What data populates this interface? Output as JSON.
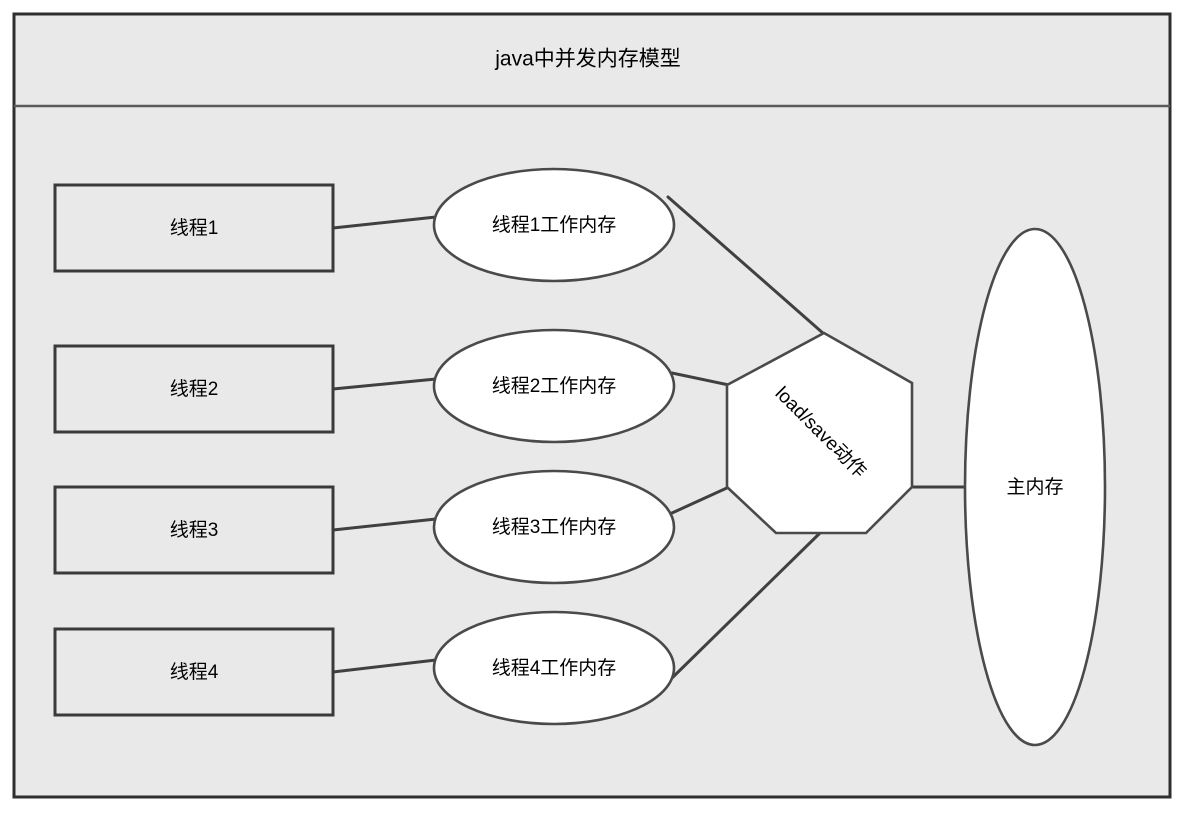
{
  "diagram": {
    "title": "java中并发内存模型",
    "background_color": "#e9e9e9",
    "frame_border_color": "#2f2f2f",
    "shape_fill_color": "#ffffff",
    "shape_border_color": "#4a4a4a",
    "connector_color": "#404040",
    "threads": [
      {
        "box_label": "线程1",
        "memory_label": "线程1工作内存"
      },
      {
        "box_label": "线程2",
        "memory_label": "线程2工作内存"
      },
      {
        "box_label": "线程3",
        "memory_label": "线程3工作内存"
      },
      {
        "box_label": "线程4",
        "memory_label": "线程4工作内存"
      }
    ],
    "hexagon": {
      "label": "load/save动作",
      "rotation_degrees": 45
    },
    "main_memory": {
      "label": "主内存"
    }
  }
}
